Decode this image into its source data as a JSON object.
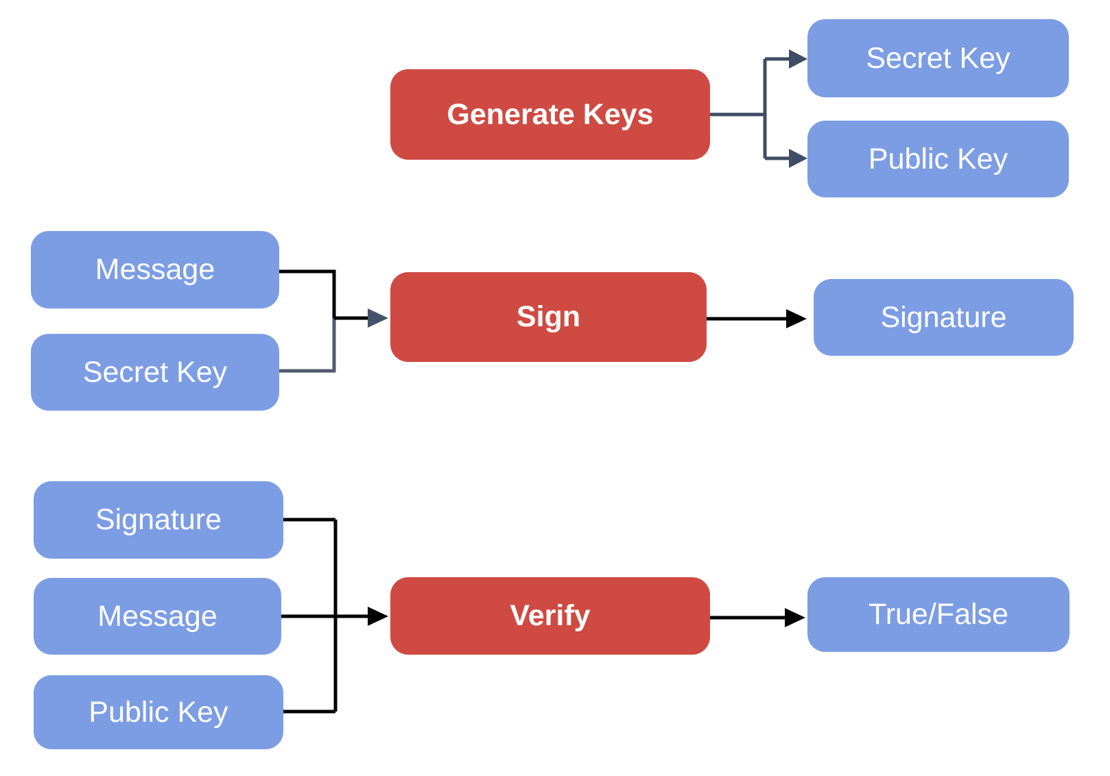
{
  "nodes": {
    "generate_keys": "Generate Keys",
    "secret_key_out": "Secret Key",
    "public_key_out": "Public Key",
    "message_in_sign": "Message",
    "secret_key_in_sign": "Secret Key",
    "sign": "Sign",
    "signature_out": "Signature",
    "signature_in_verify": "Signature",
    "message_in_verify": "Message",
    "public_key_in_verify": "Public Key",
    "verify": "Verify",
    "true_false": "True/False"
  },
  "flows": {
    "generate": {
      "process": "Generate Keys",
      "inputs": [],
      "outputs": [
        "Secret Key",
        "Public Key"
      ]
    },
    "sign": {
      "process": "Sign",
      "inputs": [
        "Message",
        "Secret Key"
      ],
      "outputs": [
        "Signature"
      ]
    },
    "verify": {
      "process": "Verify",
      "inputs": [
        "Signature",
        "Message",
        "Public Key"
      ],
      "outputs": [
        "True/False"
      ]
    }
  },
  "colors": {
    "process_box": "#CF4A42",
    "data_box": "#7C9DE3",
    "connector_slate": "#3E4D63",
    "connector_gray": "#515B6E",
    "connector_black": "#000000",
    "text": "#FFFFFF",
    "background": "#FFFFFF"
  }
}
